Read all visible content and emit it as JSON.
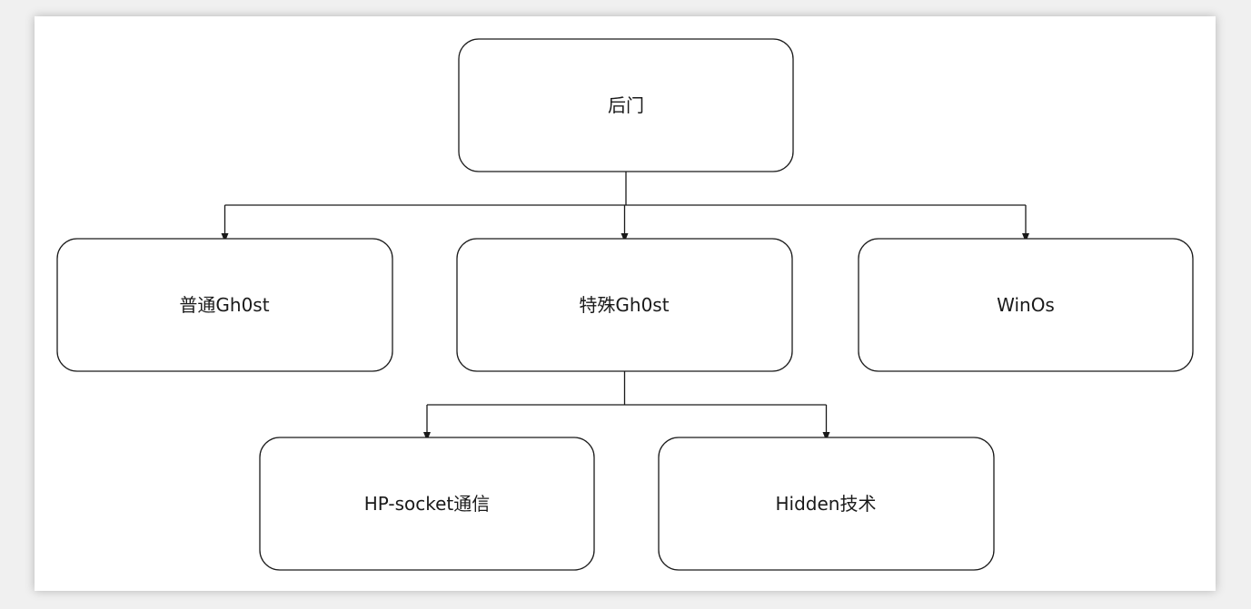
{
  "diagram": {
    "nodes": [
      {
        "id": "root",
        "label": "后门"
      },
      {
        "id": "normal",
        "label": "普通Gh0st"
      },
      {
        "id": "special",
        "label": "特殊Gh0st"
      },
      {
        "id": "winos",
        "label": "WinOs"
      },
      {
        "id": "hpsocket",
        "label": "HP-socket通信"
      },
      {
        "id": "hidden",
        "label": "Hidden技术"
      }
    ],
    "edges": [
      {
        "from": "root",
        "to": "normal"
      },
      {
        "from": "root",
        "to": "special"
      },
      {
        "from": "root",
        "to": "winos"
      },
      {
        "from": "special",
        "to": "hpsocket"
      },
      {
        "from": "special",
        "to": "hidden"
      }
    ]
  },
  "colors": {
    "stroke": "#1a1a1a",
    "node_fill": "#ffffff",
    "page_bg": "#f0f0f0"
  }
}
